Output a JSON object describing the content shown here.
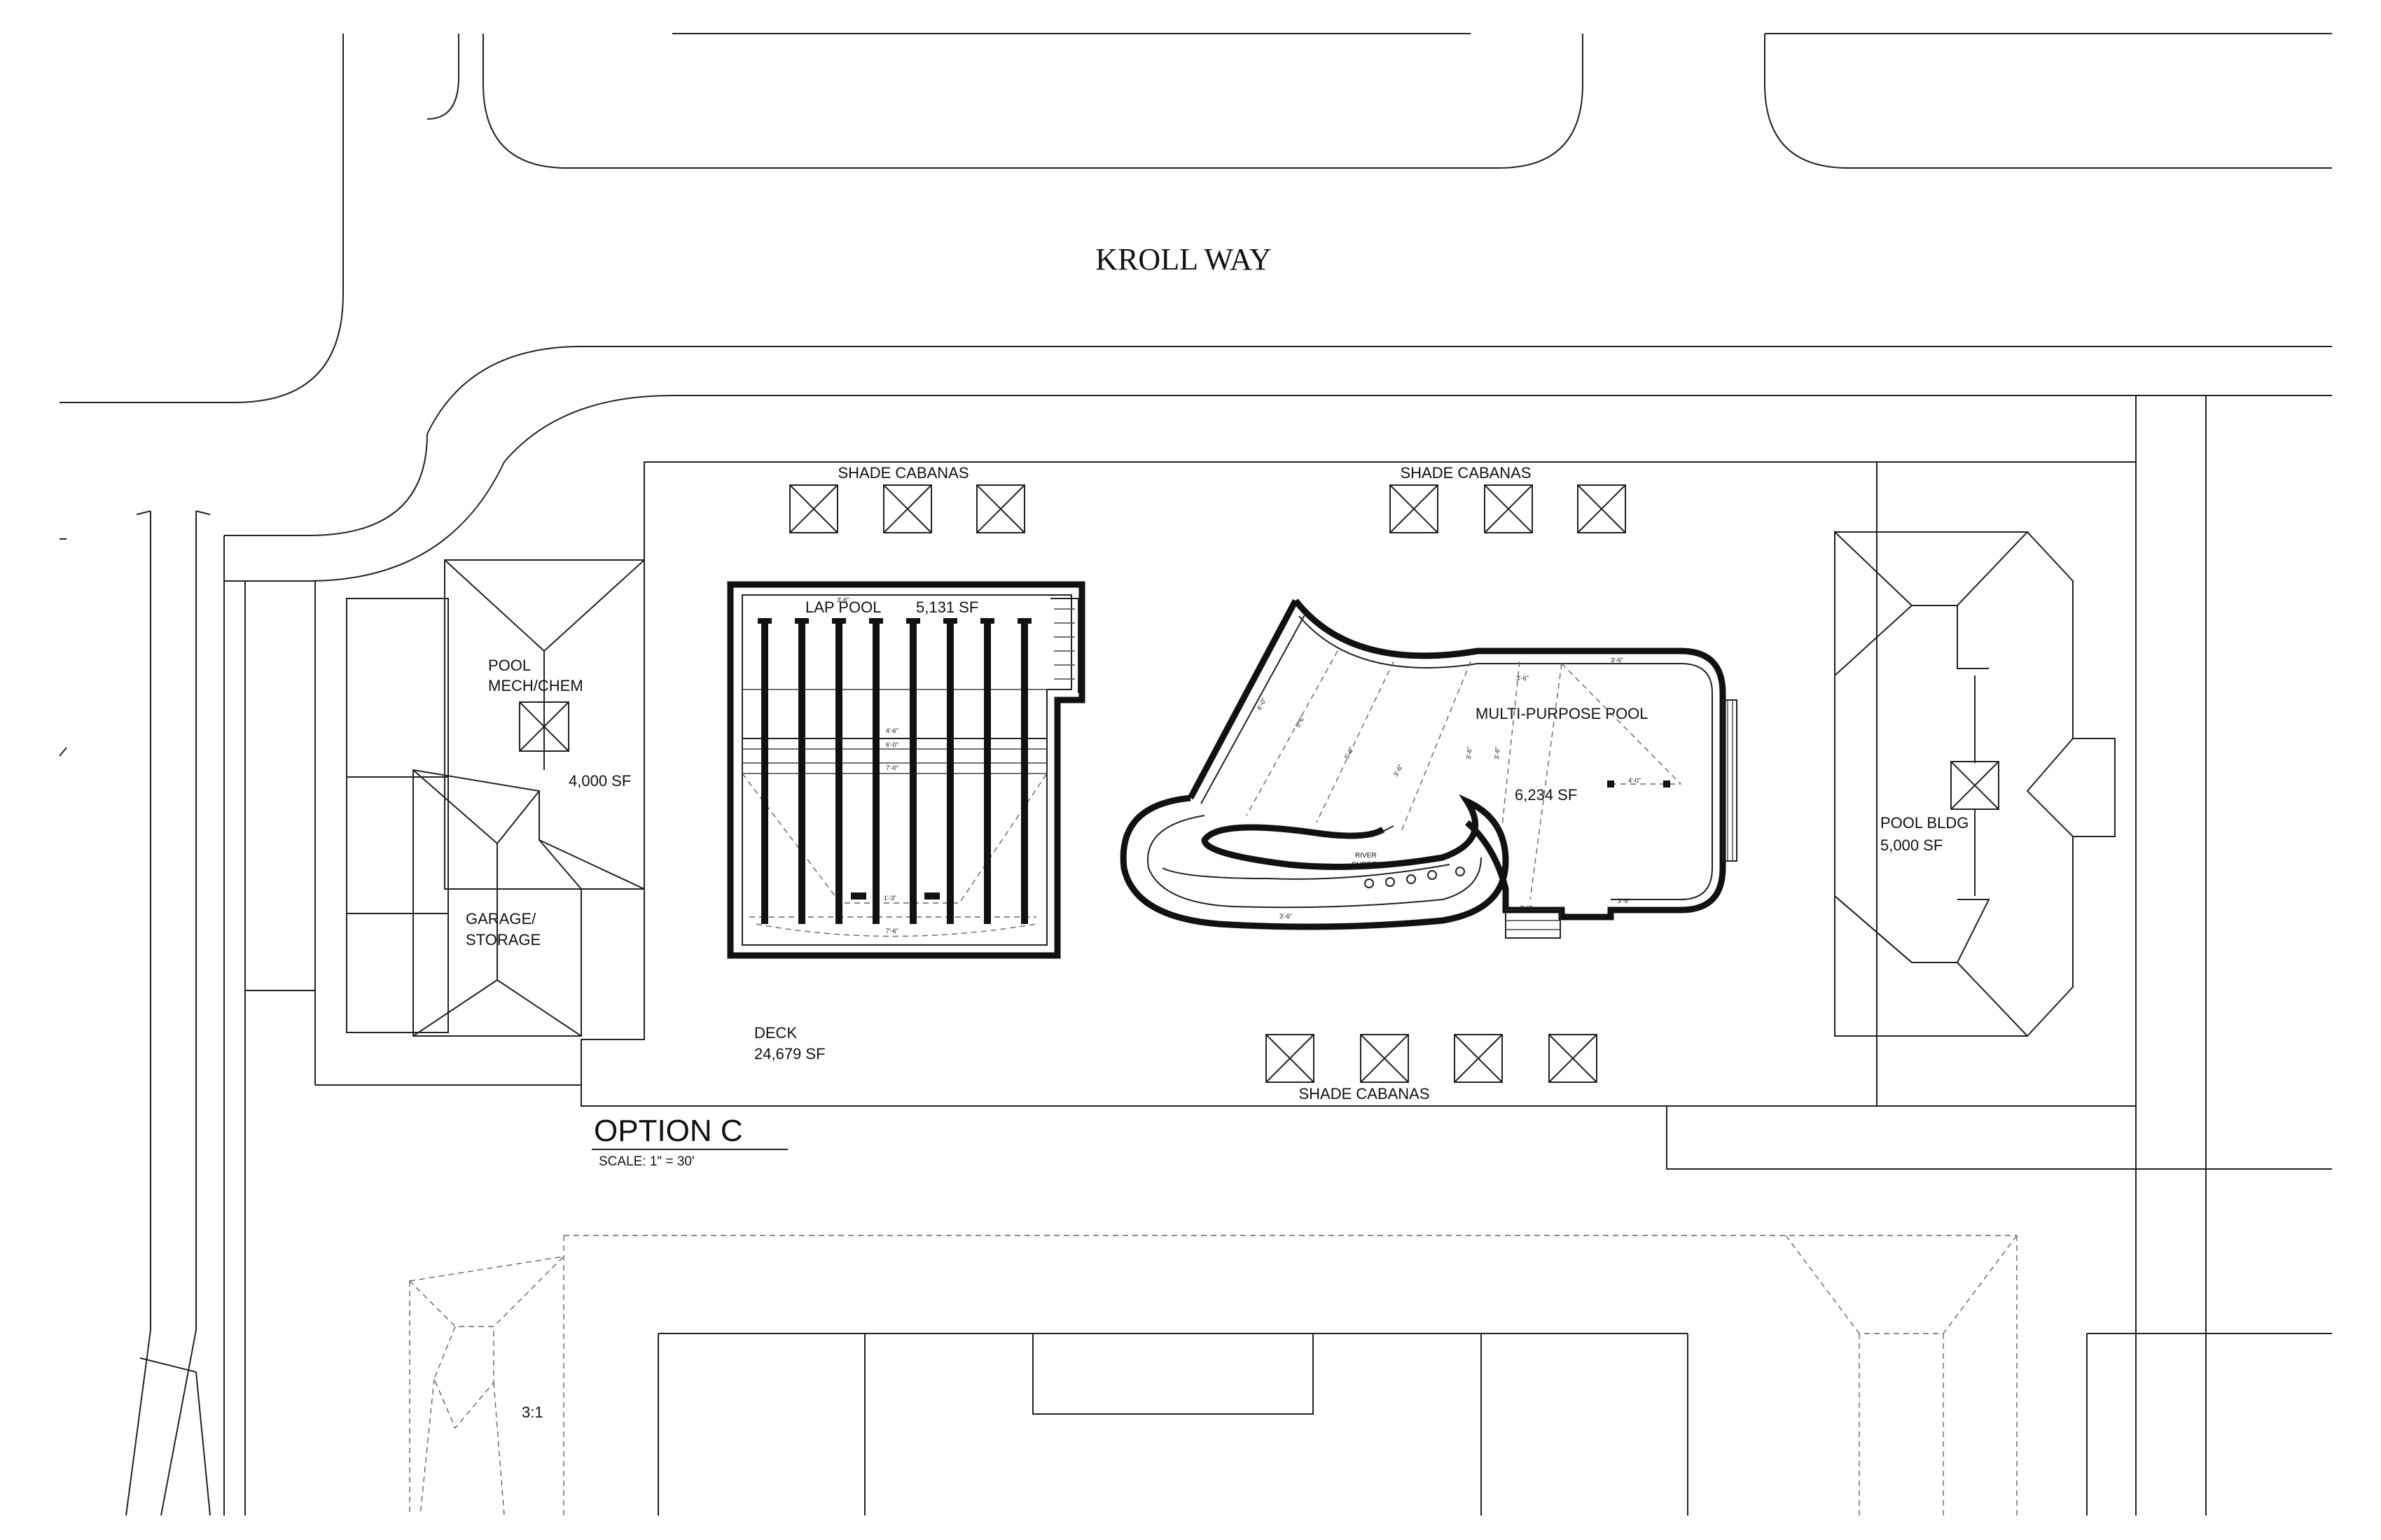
{
  "street": {
    "name": "KROLL WAY"
  },
  "labels": {
    "shade_cabanas_left": "SHADE CABANAS",
    "shade_cabanas_right": "SHADE CABANAS",
    "shade_cabanas_bottom": "SHADE CABANAS",
    "lap_pool": "LAP POOL",
    "lap_pool_area": "5,131 SF",
    "pool_mech_line1": "POOL",
    "pool_mech_line2": "MECH/CHEM",
    "pool_mech_area": "4,000 SF",
    "garage_line1": "GARAGE/",
    "garage_line2": "STORAGE",
    "deck": "DECK",
    "deck_area": "24,679 SF",
    "multi_purpose_pool": "MULTI-PURPOSE POOL",
    "multi_purpose_area": "6,234 SF",
    "river_current_line1": "RIVER",
    "river_current_line2": "CURRENT",
    "pool_bldg": "POOL BLDG",
    "pool_bldg_area": "5,000 SF",
    "slope": "3:1"
  },
  "dimensions": {
    "lap_top": "3'-6\"",
    "lap_row1": "4'-6\"",
    "lap_row2": "6'-0\"",
    "lap_row3": "7'-0\"",
    "lap_bottom1": "1'-3\"",
    "lap_bottom2": "7'-6\"",
    "mp_d1": "6'-0\"",
    "mp_d2": "5'-6\"",
    "mp_d3": "5'-0\"",
    "mp_d4": "3'-6\"",
    "mp_d5": "3'-6\"",
    "mp_d6": "3'-6\"",
    "mp_d7": "3'-6\"",
    "mp_d8": "4'-0\"",
    "mp_d9": "3'-6\"",
    "mp_d10": "3'-6\"",
    "mp_d11": "3'-6\"",
    "mp_d12": "3'-6\""
  },
  "title_block": {
    "title": "OPTION C",
    "scale": "SCALE:  1\" = 30'"
  }
}
